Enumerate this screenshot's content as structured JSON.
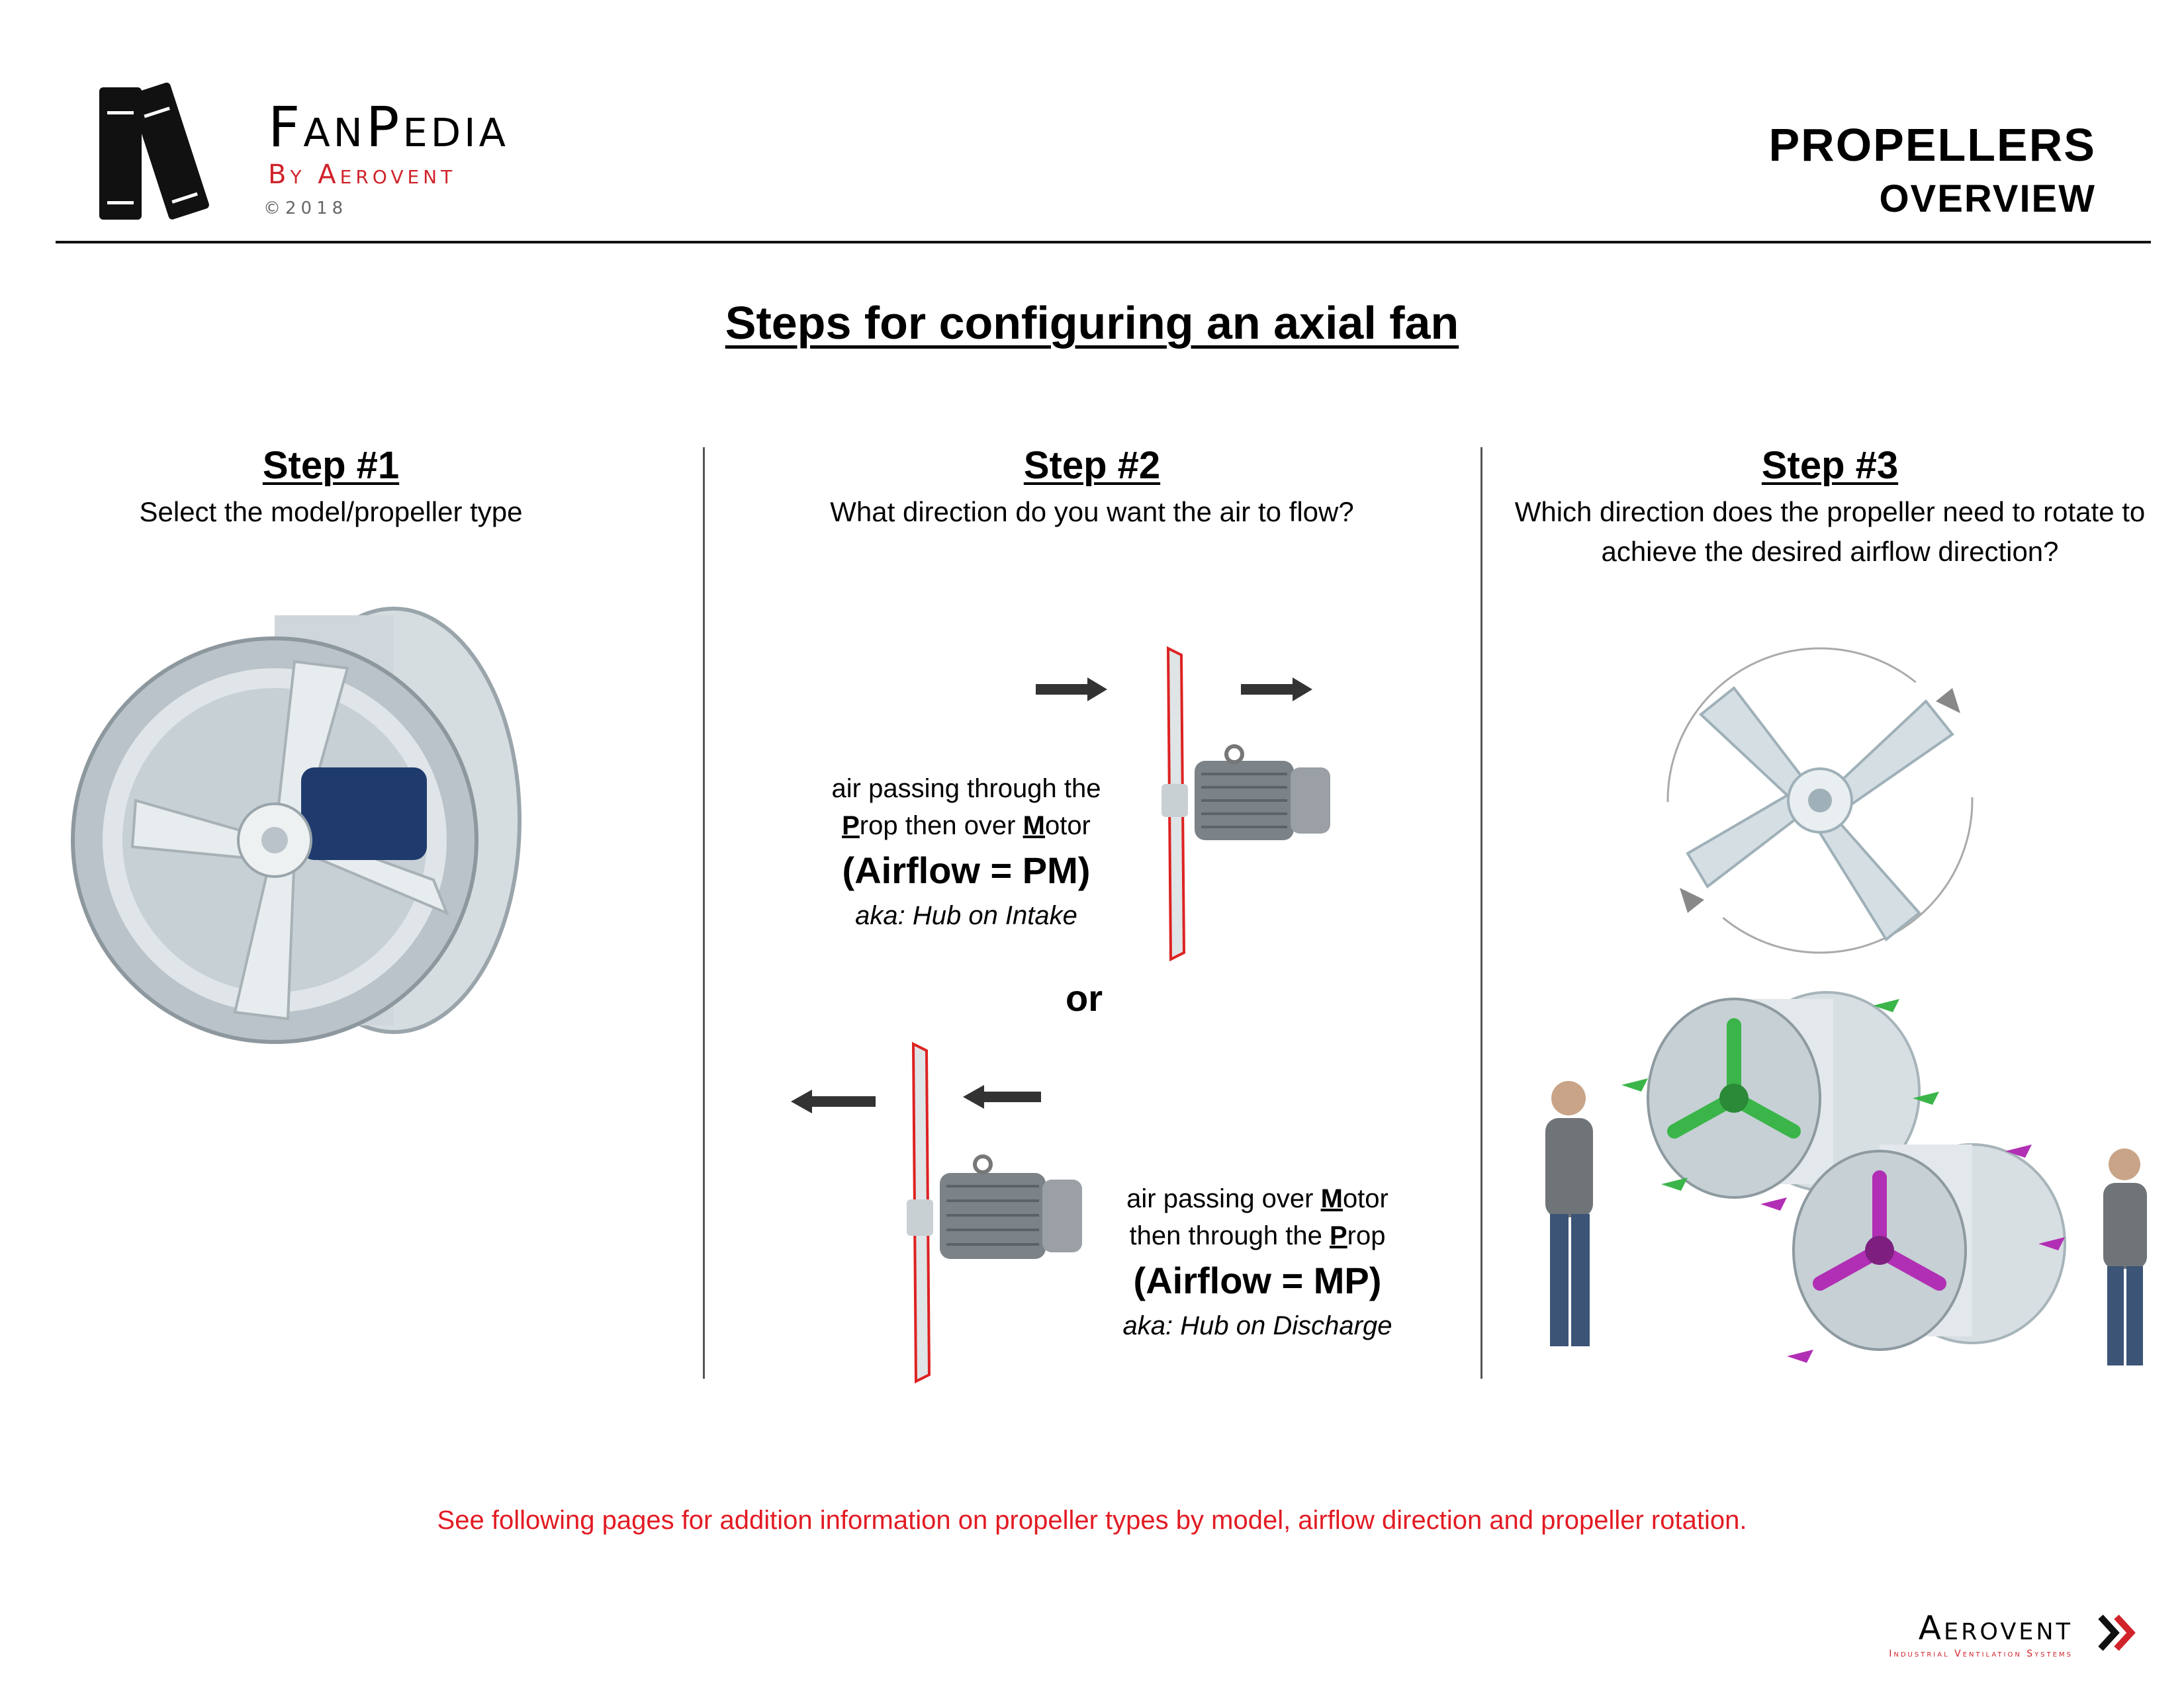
{
  "header": {
    "logo_title": "FanPedia",
    "logo_subtitle": "By Aerovent",
    "copyright": "©2018",
    "section_title": "PROPELLERS",
    "section_subtitle": "OVERVIEW"
  },
  "main_title": "Steps for configuring an axial fan",
  "steps": [
    {
      "heading": "Step #1",
      "description": "Select the model/propeller type"
    },
    {
      "heading": "Step #2",
      "description": "What direction do you want the air to flow?"
    },
    {
      "heading": "Step #3",
      "description": "Which direction does the propeller need to rotate to achieve the desired airflow direction?"
    }
  ],
  "airflow_pm": {
    "line1": "air passing through the",
    "line2_p": "P",
    "line2_mid": "rop then over ",
    "line2_m": "M",
    "line2_end": "otor",
    "formula": "(Airflow = PM)",
    "aka": "aka: Hub on Intake"
  },
  "or_word": "or",
  "airflow_mp": {
    "line1_start": "air passing over ",
    "line1_m": "M",
    "line1_end": "otor",
    "line2_start": "then through the ",
    "line2_p": "P",
    "line2_end": "rop",
    "formula": "(Airflow = MP)",
    "aka": "aka: Hub on Discharge"
  },
  "footer_note": "See following pages for addition information on propeller types by model, airflow direction and propeller rotation.",
  "brand": {
    "name": "Aerovent",
    "tagline": "Industrial Ventilation Systems"
  },
  "colors": {
    "accent_red": "#d0232a",
    "note_red": "#e21b23",
    "fan_gray": "#c3ccd1",
    "motor_blue": "#1f3b6e",
    "green_blade": "#3bb54a",
    "purple_blade": "#b12fb4"
  },
  "icons": [
    "books-logo-icon",
    "arrow-right-icon",
    "arrow-left-icon",
    "rotation-arrow-icon",
    "chevron-right-icon"
  ]
}
